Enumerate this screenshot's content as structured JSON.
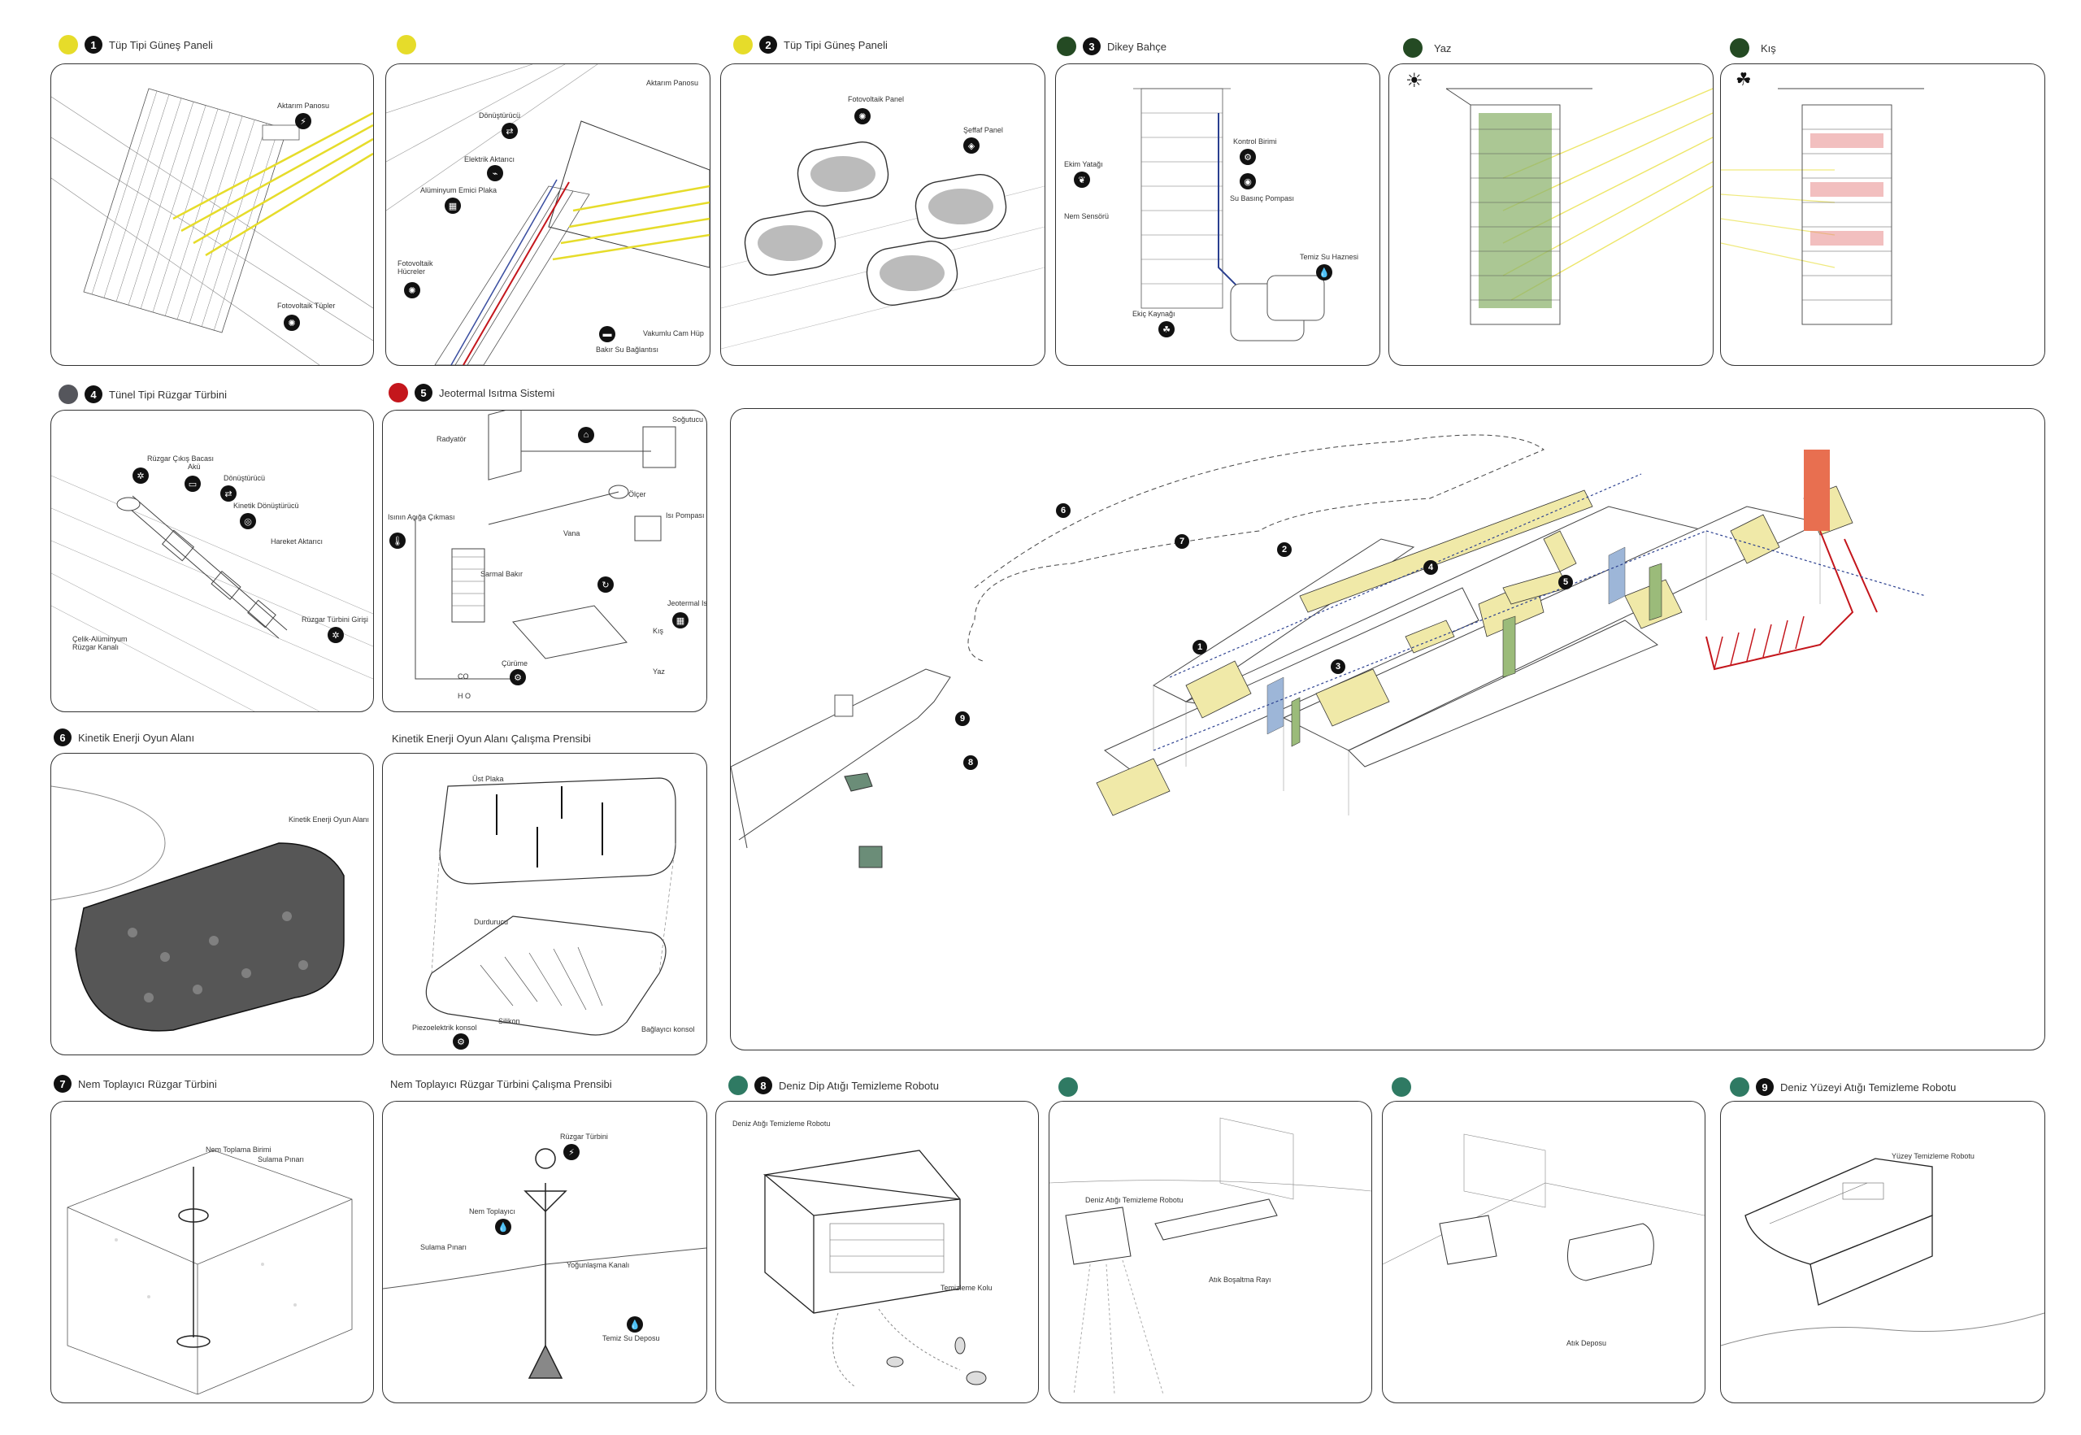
{
  "colors": {
    "yellow": "#e6dc2a",
    "dark_green": "#244a23",
    "gray": "#55565c",
    "red": "#c4161c",
    "teal": "#2f7a63"
  },
  "headers": {
    "h1": {
      "num": "1",
      "title": "Tüp Tipi Güneş Paneli"
    },
    "h2": {
      "num": "2",
      "title": "Tüp Tipi Güneş Paneli"
    },
    "h3": {
      "num": "3",
      "title": "Dikey Bahçe"
    },
    "yaz": {
      "title": "Yaz"
    },
    "kis": {
      "title": "Kış"
    },
    "h4": {
      "num": "4",
      "title": "Tünel Tipi Rüzgar Türbini"
    },
    "h5": {
      "num": "5",
      "title": "Jeotermal Isıtma Sistemi"
    },
    "h6": {
      "num": "6",
      "title": "Kinetik Enerji Oyun Alanı"
    },
    "h6b": {
      "title": "Kinetik Enerji Oyun Alanı Çalışma Prensibi"
    },
    "h7": {
      "num": "7",
      "title": "Nem Toplayıcı Rüzgar Türbini"
    },
    "h7b": {
      "title": "Nem Toplayıcı Rüzgar Türbini Çalışma Prensibi"
    },
    "h8": {
      "num": "8",
      "title": "Deniz Dip Atığı Temizleme Robotu"
    },
    "h9": {
      "num": "9",
      "title": "Deniz Yüzeyi Atığı Temizleme Robotu"
    }
  },
  "labels": {
    "p1": {
      "a": "Aktarım Panosu",
      "b": "Fotovoltaik Tüpler"
    },
    "p2": {
      "a": "Dönüştürücü",
      "b": "Aktarım Panosu",
      "c": "Elektrik Aktarıcı",
      "d": "Alüminyum Emici Plaka",
      "e": "Fotovoltaik Hücreler",
      "f": "Vakumlu Cam Hüp",
      "g": "Bakır Su Bağlantısı"
    },
    "p3": {
      "a": "Fotovoltaik Panel",
      "b": "Şeffaf Panel"
    },
    "p4": {
      "a": "Ekim Yatağı",
      "b": "Kontrol Birimi",
      "c": "Su Basınç Pompası",
      "d": "Nem Sensörü",
      "e": "Temiz Su Haznesi",
      "f": "Ekiç Kaynağı"
    },
    "p7": {
      "a": "Rüzgar Çıkış Bacası",
      "b": "Akü",
      "c": "Dönüştürücü",
      "d": "Kinetik Dönüştürücü",
      "e": "Hareket Aktarıcı",
      "f": "Rüzgar Türbini Girişi",
      "g": "Çelik-Alüminyum Rüzgar Kanalı"
    },
    "p8": {
      "a": "Soğutucu",
      "b": "Radyatör",
      "c": "Isının Açığa Çıkması",
      "d": "Ölçer",
      "e": "Isı Pompası",
      "f": "Vana",
      "g": "Sarmal Bakır",
      "h": "Çürüme",
      "i": "Jeotermal Isı",
      "j": "Kış",
      "k": "Yaz",
      "l": "CO",
      "m": "H O"
    },
    "p9": {
      "a": "Kinetik Enerji Oyun Alanı"
    },
    "p10": {
      "a": "Üst Plaka",
      "b": "Durdurucu",
      "c": "Piezoelektrik konsol",
      "d": "Silikon",
      "e": "Bağlayıcı konsol"
    },
    "p11": {
      "a": "Nem Toplama Birimi",
      "b": "Sulama Pınarı"
    },
    "p12": {
      "a": "Rüzgar Türbini",
      "b": "Nem Toplayıcı",
      "c": "Sulama Pınarı",
      "d": "Yoğunlaşma Kanalı",
      "e": "Temiz Su Deposu"
    },
    "p13": {
      "a": "Deniz Atığı Temizleme Robotu",
      "b": "Temizleme Kolu"
    },
    "p14": {
      "a": "Deniz Atığı Temizleme Robotu",
      "b": "Atık Boşaltma Rayı"
    },
    "p15": {
      "a": "Atık Deposu"
    },
    "p16": {
      "a": "Yüzey Temizleme Robotu"
    }
  },
  "main_markers": [
    "1",
    "2",
    "3",
    "4",
    "5",
    "6",
    "7",
    "8",
    "9"
  ]
}
